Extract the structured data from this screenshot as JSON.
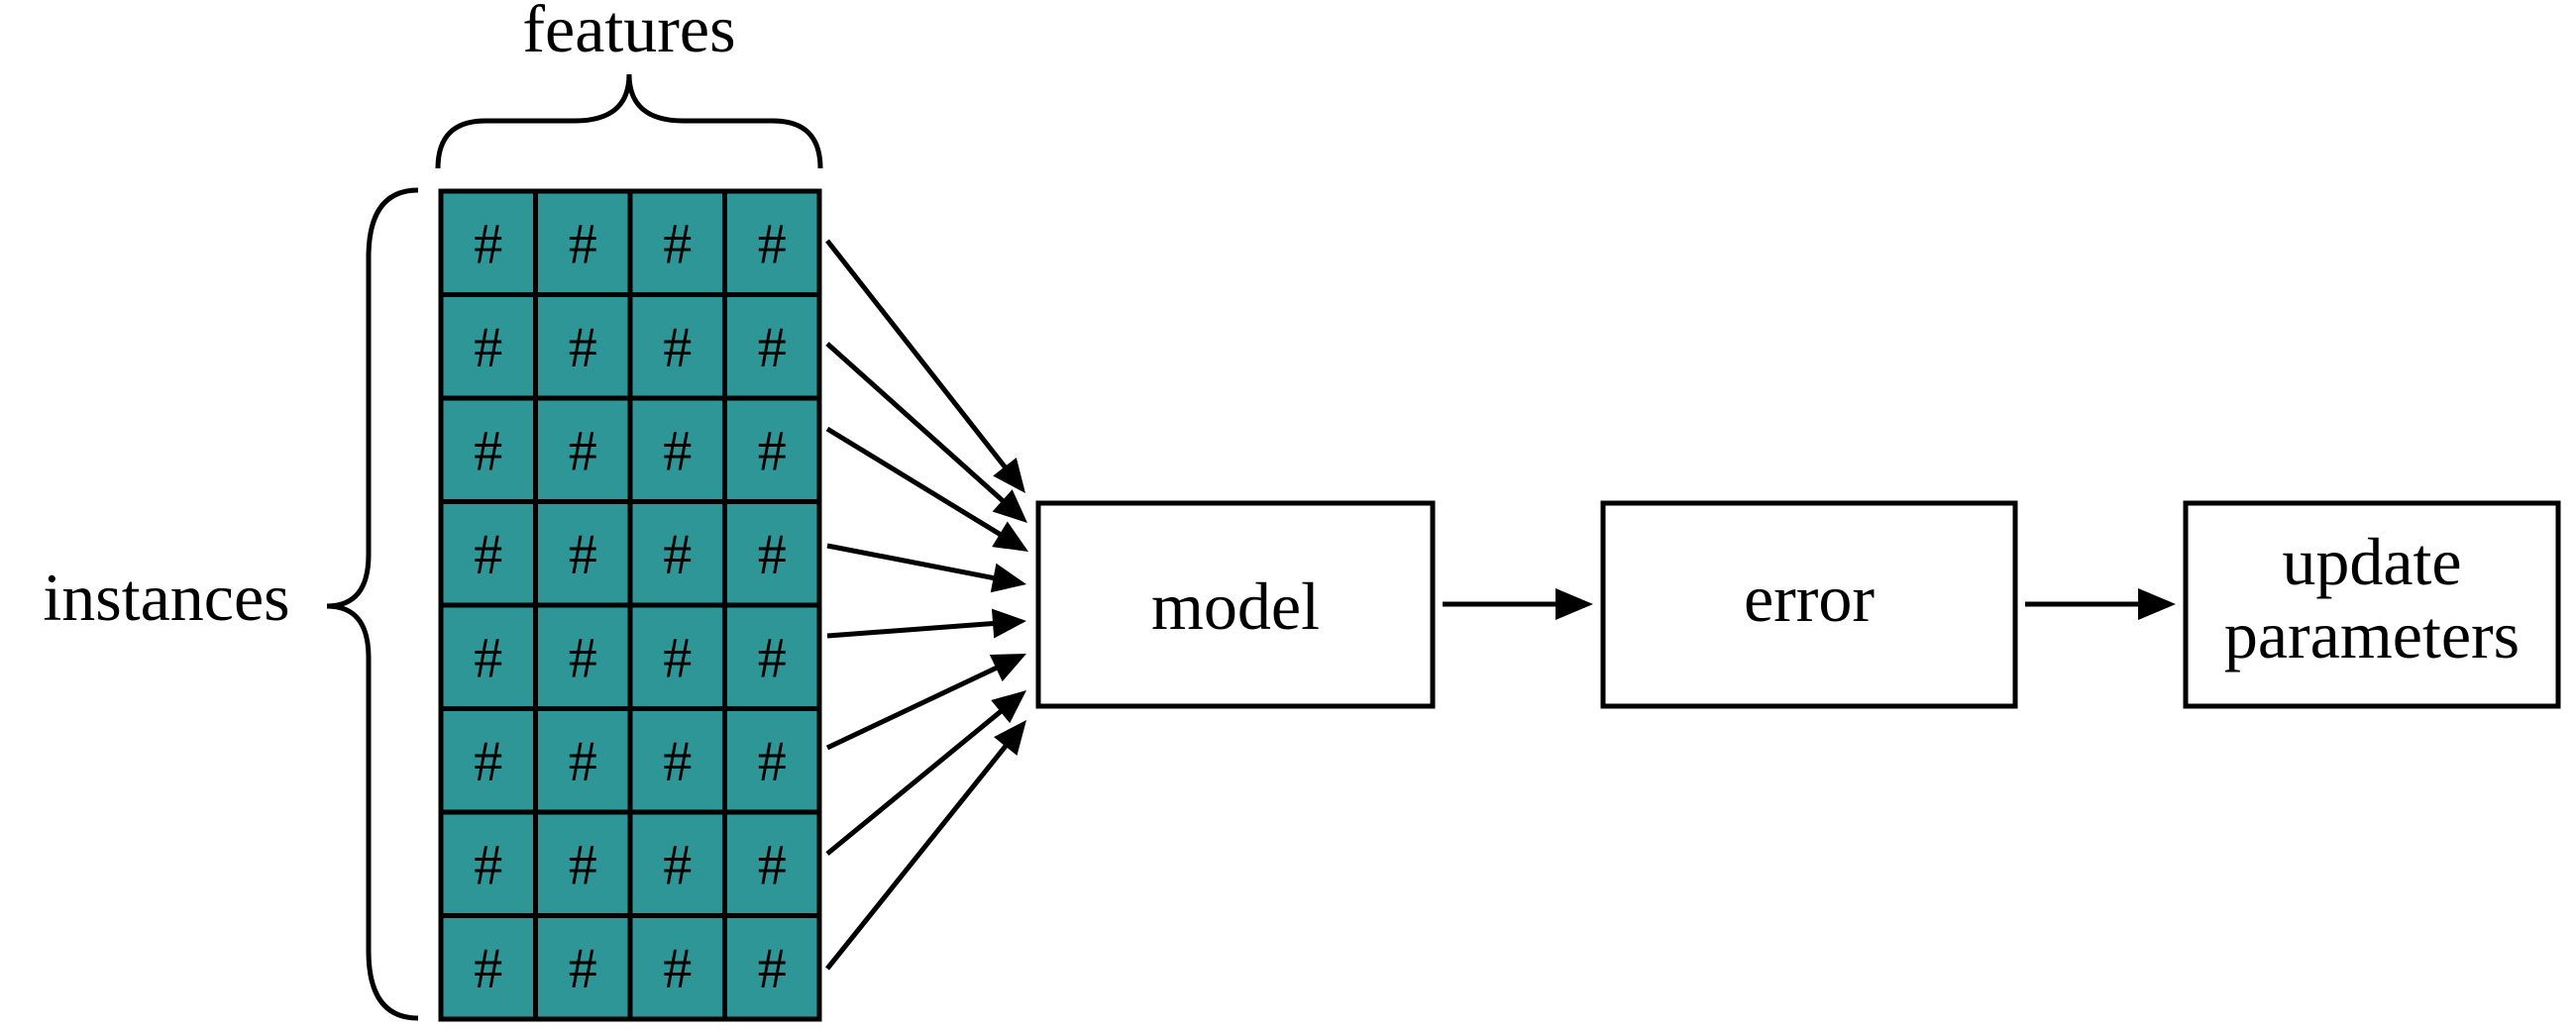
{
  "labels": {
    "features": "features",
    "instances": "instances"
  },
  "matrix": {
    "rows": 8,
    "cols": 4,
    "cell_symbol": "#",
    "fill_color": "#2e9696"
  },
  "boxes": {
    "model": "model",
    "error": "error",
    "update_line1": "update",
    "update_line2": "parameters"
  }
}
